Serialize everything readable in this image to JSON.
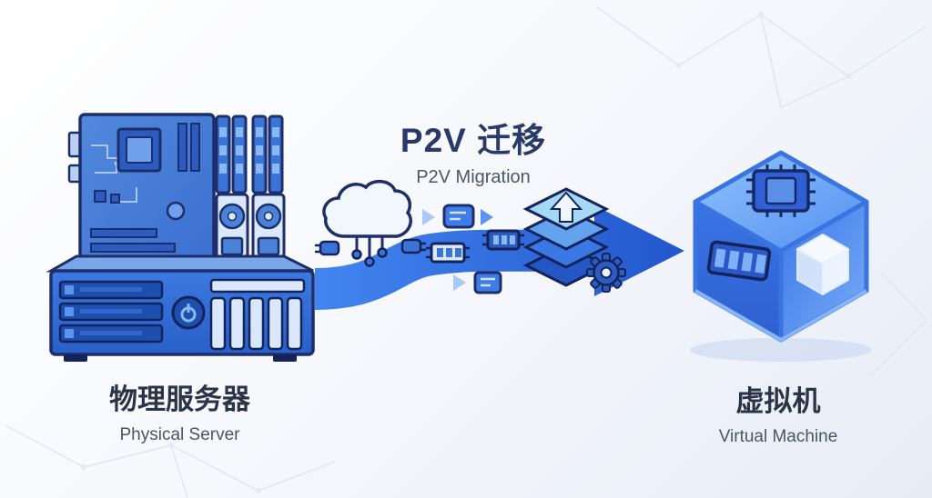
{
  "diagram": {
    "title": {
      "zh": "P2V 迁移",
      "en": "P2V Migration"
    },
    "source_label": {
      "zh": "物理服务器",
      "en": "Physical Server"
    },
    "target_label": {
      "zh": "虚拟机",
      "en": "Virtual Machine"
    }
  },
  "colors": {
    "primary_blue": "#2e6be0",
    "outline_navy": "#1d2e6b",
    "light_blue": "#d9e8fb",
    "title_navy": "#2a3a68",
    "label_dark": "#2b3346",
    "sub_gray": "#4b5565",
    "background_tint": "#e7ecf7"
  },
  "icons": [
    "motherboard-icon",
    "cpu-icon",
    "ram-module-icon",
    "hdd-icon",
    "server-chassis-icon",
    "power-button-icon",
    "cloud-network-icon",
    "plug-icon",
    "transfer-arrow-icon",
    "data-card-icon",
    "chip-icon",
    "layer-stack-icon",
    "up-arrow-icon",
    "gear-icon",
    "migration-arrow-icon",
    "vm-cube-icon",
    "vm-chip-icon",
    "vm-ram-icon",
    "vm-box-icon"
  ]
}
